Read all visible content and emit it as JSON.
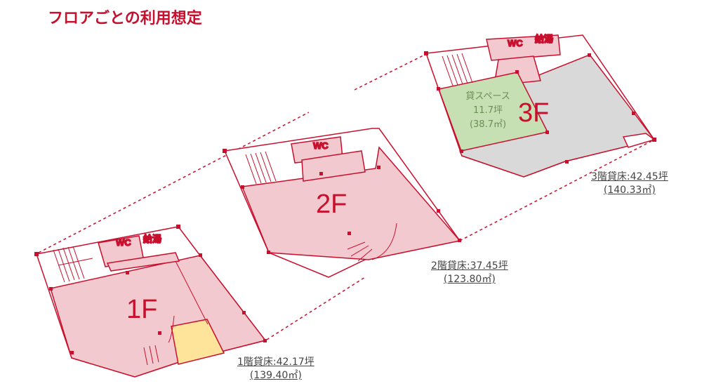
{
  "title": "フロアごとの利用想定",
  "floors": [
    {
      "name": "1F",
      "label": "1階貸床:42.17坪",
      "area": "(139.40㎡)"
    },
    {
      "name": "2F",
      "label": "2階貸床:37.45坪",
      "area": "(123.80㎡)"
    },
    {
      "name": "3F",
      "label": "3階貸床:42.45坪",
      "area": "(140.33㎡)"
    }
  ],
  "rooms": {
    "wc": "WC",
    "kitchen": "給湯"
  },
  "rental_space": {
    "label": "貸スペース",
    "tsubo": "11.7坪",
    "sqm": "(38.7㎡)"
  },
  "colors": {
    "accent": "#c8102e",
    "pink": "#f2c9cf",
    "green": "#c6e0b4",
    "gray": "#d9d9d9",
    "yellow": "#fde49a"
  }
}
